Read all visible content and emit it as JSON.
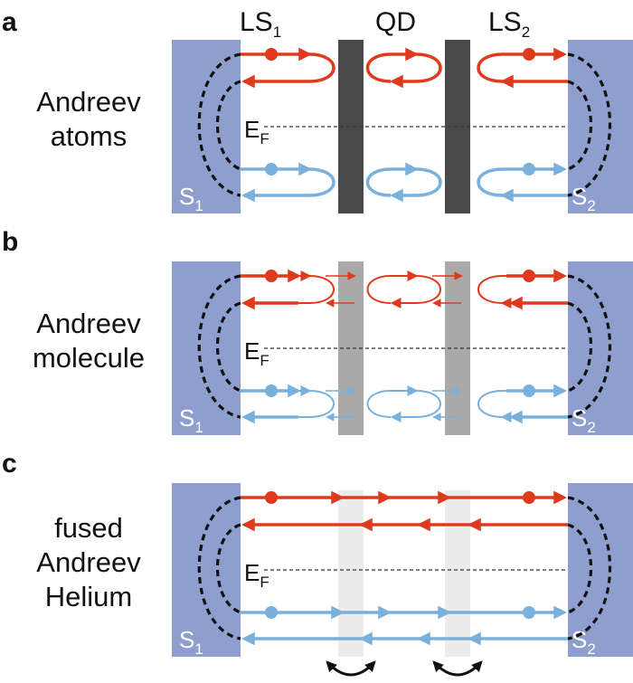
{
  "header": {
    "ls1_main": "LS",
    "ls1_sub": "1",
    "qd": "QD",
    "ls2_main": "LS",
    "ls2_sub": "2"
  },
  "fermi": {
    "main": "E",
    "sub": "F"
  },
  "superconductors": {
    "s1_main": "S",
    "s1_sub": "1",
    "s2_main": "S",
    "s2_sub": "2"
  },
  "panels": [
    {
      "letter": "a",
      "lines": [
        "Andreev",
        "atoms"
      ]
    },
    {
      "letter": "b",
      "lines": [
        "Andreev",
        "molecule"
      ]
    },
    {
      "letter": "c",
      "lines": [
        "fused",
        "Andreev",
        "Helium"
      ]
    }
  ],
  "colors": {
    "electron": "#e03a1e",
    "hole": "#7ab0dc",
    "superconductor": "#8e9fcf",
    "barrier_opaque": "#4a4a4a",
    "barrier_partial": "#a9a9a9",
    "barrier_transparent": "#ececec",
    "swap_arrow": "#111111"
  }
}
